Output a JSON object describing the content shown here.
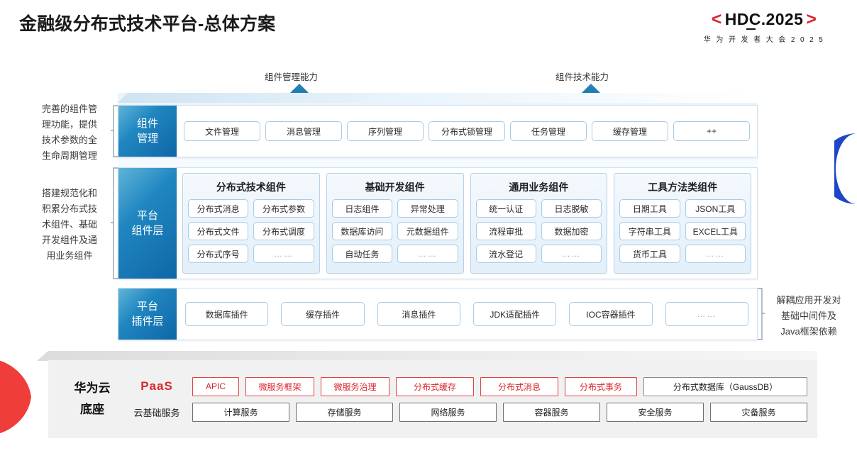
{
  "header": {
    "title": "金融级分布式技术平台-总体方案",
    "logo": {
      "bracket_left": "<",
      "bracket_right": ">",
      "main": "HDC.2025",
      "main_word": "HDC",
      "main_rest": ".2025",
      "subtitle": "华 为 开 发 者 大 会 2 0 2 5",
      "bracket_color": "#d9242c"
    }
  },
  "capabilities": [
    {
      "label": "组件管理能力"
    },
    {
      "label": "组件技术能力"
    }
  ],
  "side_notes": {
    "left": [
      "完善的组件管\n理功能，提供\n技术参数的全\n生命周期管理",
      "搭建规范化和\n积累分布式技\n术组件、基础\n开发组件及通\n用业务组件"
    ],
    "left_1_lines": [
      "完善的组件管",
      "理功能，提供",
      "技术参数的全",
      "生命周期管理"
    ],
    "left_2_lines": [
      "搭建规范化和",
      "积累分布式技",
      "术组件、基础",
      "开发组件及通",
      "用业务组件"
    ],
    "right_lines": [
      "解耦应用开发对",
      "基础中间件及",
      "Java框架依赖"
    ]
  },
  "layers": {
    "component_management": {
      "label_lines": [
        "组件",
        "管理"
      ],
      "items": [
        "文件管理",
        "消息管理",
        "序列管理",
        "分布式锁管理",
        "任务管理",
        "缓存管理",
        "++"
      ]
    },
    "platform_component": {
      "label_lines": [
        "平台",
        "组件层"
      ],
      "groups": [
        {
          "title": "分布式技术组件",
          "rows": [
            [
              "分布式消息",
              "分布式参数"
            ],
            [
              "分布式文件",
              "分布式调度"
            ],
            [
              "分布式序号",
              "……"
            ]
          ]
        },
        {
          "title": "基础开发组件",
          "rows": [
            [
              "日志组件",
              "异常处理"
            ],
            [
              "数据库访问",
              "元数据组件"
            ],
            [
              "自动任务",
              "……"
            ]
          ]
        },
        {
          "title": "通用业务组件",
          "rows": [
            [
              "统一认证",
              "日志脱敏"
            ],
            [
              "流程审批",
              "数据加密"
            ],
            [
              "流水登记",
              "……"
            ]
          ]
        },
        {
          "title": "工具方法类组件",
          "rows": [
            [
              "日期工具",
              "JSON工具"
            ],
            [
              "字符串工具",
              "EXCEL工具"
            ],
            [
              "货币工具",
              "……"
            ]
          ]
        }
      ]
    },
    "platform_plugin": {
      "label_lines": [
        "平台",
        "插件层"
      ],
      "items": [
        "数据库插件",
        "缓存插件",
        "消息插件",
        "JDK适配插件",
        "IOC容器插件",
        "……"
      ]
    }
  },
  "cloud_base": {
    "title_lines": [
      "华为云",
      "底座"
    ],
    "rows": [
      {
        "label": "PaaS",
        "label_style": "paas",
        "items": [
          {
            "text": "APIC",
            "style": "red",
            "flex": 66
          },
          {
            "text": "微服务框架",
            "style": "red",
            "flex": 97
          },
          {
            "text": "微服务治理",
            "style": "red",
            "flex": 97
          },
          {
            "text": "分布式缓存",
            "style": "red",
            "flex": 110
          },
          {
            "text": "分布式消息",
            "style": "red",
            "flex": 110
          },
          {
            "text": "分布式事务",
            "style": "red",
            "flex": 102
          },
          {
            "text": "分布式数据库（GaussDB）",
            "style": "gray",
            "flex": 190
          }
        ]
      },
      {
        "label": "云基础服务",
        "label_style": "cloud",
        "items": [
          {
            "text": "计算服务",
            "style": "plain"
          },
          {
            "text": "存储服务",
            "style": "plain"
          },
          {
            "text": "网络服务",
            "style": "plain"
          },
          {
            "text": "容器服务",
            "style": "plain"
          },
          {
            "text": "安全服务",
            "style": "plain"
          },
          {
            "text": "灾备服务",
            "style": "plain"
          }
        ]
      }
    ]
  },
  "colors": {
    "brand_red": "#d9242c",
    "layer_blue_dark": "#0f66a6",
    "layer_blue_light": "#5fb4d8",
    "arrow_blue": "#1c6f9e",
    "edge_blue": "#1f45c8",
    "edge_red": "#ef3e3a",
    "base_gray": "#f1f1f1"
  }
}
